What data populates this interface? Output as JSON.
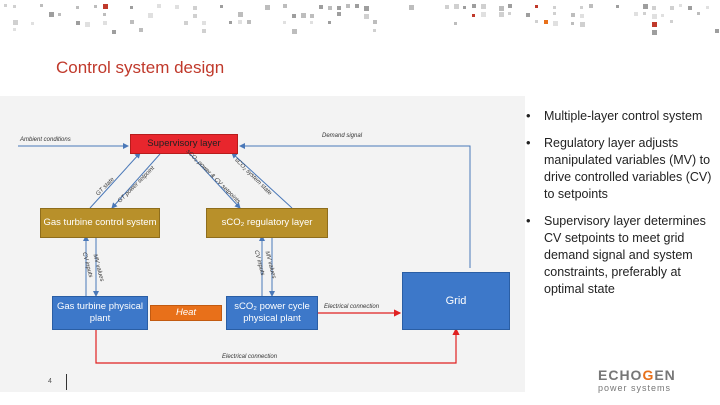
{
  "slide": {
    "title": "Control system design",
    "page_number": "4"
  },
  "diagram": {
    "boxes": {
      "supervisory": "Supervisory layer",
      "gt_control": "Gas turbine control system",
      "sco2_regulatory": "sCO₂ regulatory layer",
      "gt_plant": "Gas turbine physical plant",
      "sco2_plant": "sCO₂ power cycle physical plant",
      "grid": "Grid",
      "heat": "Heat"
    },
    "labels": {
      "ambient": "Ambient conditions",
      "demand": "Demand signal",
      "gt_state": "GT state",
      "gt_setpoint": "GT power setpoint",
      "sco2_setpoints": "sCO₂ power & CV setpoints",
      "sco2_state": "sCO₂ system state",
      "mv_left": "MV values",
      "cv_left": "CV inputs",
      "mv_right": "MV values",
      "cv_right": "CV inputs",
      "elec1": "Electrical connection",
      "elec2": "Electrical connection"
    }
  },
  "bullets": [
    "Multiple-layer control system",
    "Regulatory layer adjusts manipulated variables (MV) to drive controlled variables (CV) to setpoints",
    "Supervisory layer determines CV setpoints to meet grid demand signal and system constraints, preferably at optimal state"
  ],
  "logo": {
    "name_part1": "ECHO",
    "name_part2": "G",
    "name_part3": "EN",
    "subtitle": "power systems"
  },
  "colors": {
    "title": "#c0392b",
    "supervisory": "#e8262d",
    "regulatory": "#b8902a",
    "physical": "#3d78c9",
    "heat": "#e8701a",
    "electrical": "#e02020"
  }
}
